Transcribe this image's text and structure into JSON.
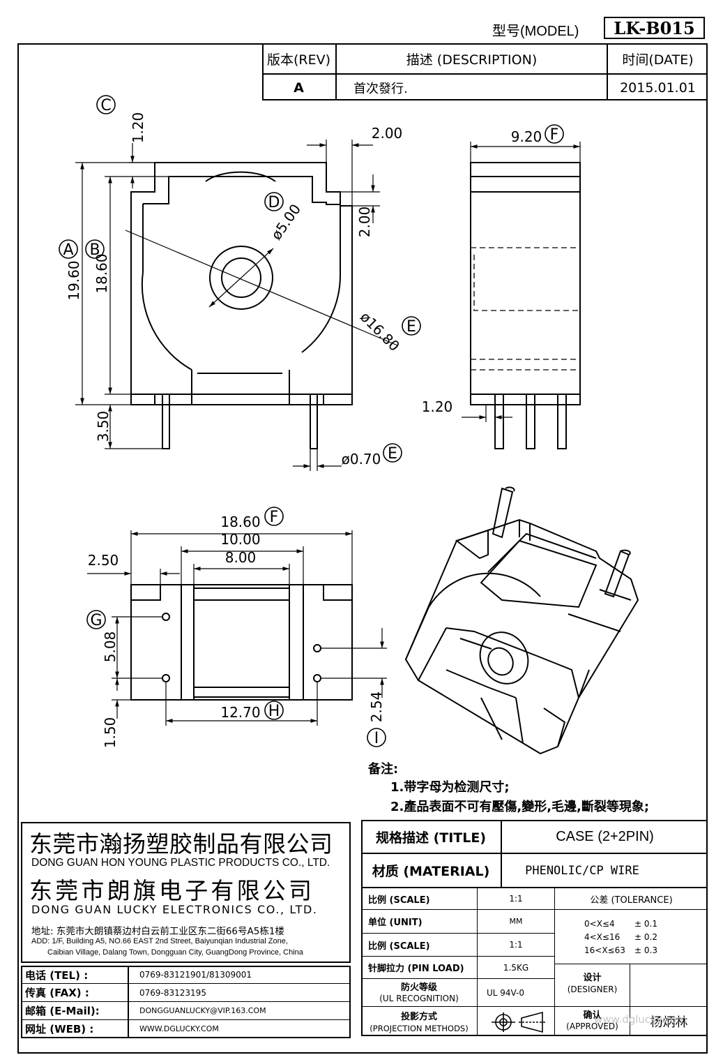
{
  "header": {
    "model_label": "型号(MODEL)",
    "model_value": "LK-B015"
  },
  "revision_table": {
    "rev_header": "版本(REV)",
    "desc_header": "描述 (DESCRIPTION)",
    "date_header": "时间(DATE)",
    "rows": [
      {
        "rev": "A",
        "desc": "首次發行.",
        "date": "2015.01.01"
      }
    ]
  },
  "dimensions": {
    "front": {
      "C": "1.20",
      "top_notch_w": "2.00",
      "top_notch_h": "2.00",
      "A": "19.60",
      "B": "18.60",
      "D": "ø5.00",
      "E": "ø16.80",
      "pin_len": "3.50",
      "pin_dia": "ø0.70"
    },
    "side": {
      "F": "9.20",
      "pin_offset": "1.20"
    },
    "bottom": {
      "F": "18.60",
      "w10": "10.00",
      "w8": "8.00",
      "tab": "2.50",
      "G": "5.08",
      "H": "12.70",
      "I": "2.54",
      "edge": "1.50"
    }
  },
  "callouts": [
    "A",
    "B",
    "C",
    "D",
    "E",
    "E",
    "F",
    "F",
    "G",
    "H",
    "I"
  ],
  "notes": {
    "title": "备注:",
    "items": [
      "1.带字母为检测尺寸;",
      "2.產品表面不可有壓傷,變形,毛邊,斷裂等現象;"
    ]
  },
  "company": {
    "name_cn_1": "东莞市瀚扬塑胶制品有限公司",
    "name_en_1": "DONG GUAN HON YOUNG PLASTIC PRODUCTS CO., LTD.",
    "name_cn_2": "东莞市朗旗电子有限公司",
    "name_en_2": "DONG GUAN LUCKY ELECTRONICS CO., LTD.",
    "address_cn": "地址: 东莞市大朗镇蔡边村白云前工业区东二街66号A5栋1楼",
    "address_en_1": "ADD: 1/F, Building A5, NO.66 EAST 2nd Street, Baiyunqian Industrial Zone,",
    "address_en_2": "Caibian Village, Dalang Town, Dongguan City, GuangDong Province, China"
  },
  "contacts": [
    {
      "label": "电话 (TEL) :",
      "value": "0769-83121901/81309001"
    },
    {
      "label": "传真 (FAX) :",
      "value": "0769-83123195"
    },
    {
      "label": "邮箱 (E-Mail):",
      "value": "DONGGUANLUCKY@VIP.163.COM"
    },
    {
      "label": "网址 (WEB) :",
      "value": "WWW.DGLUCKY.COM"
    }
  ],
  "spec": {
    "title_label": "规格描述 (TITLE)",
    "title_value": "CASE (2+2PIN)",
    "material_label": "材质 (MATERIAL)",
    "material_value": "PHENOLIC/CP WIRE",
    "scale_label": "比例 (SCALE)",
    "scale_value": "1:1",
    "unit_label": "单位 (UNIT)",
    "unit_value": "MM",
    "scale2_label": "比例 (SCALE)",
    "scale2_value": "1:1",
    "pinload_label": "针脚拉力 (PIN LOAD)",
    "pinload_value": "1.5KG",
    "ul_label_1": "防火等级",
    "ul_label_2": "(UL RECOGNITION)",
    "ul_value": "UL 94V-0",
    "proj_label_1": "投影方式",
    "proj_label_2": "(PROJECTION METHODS)",
    "tolerance_label": "公差 (TOLERANCE)",
    "tol_rows": [
      {
        "range": "0<X≤4",
        "value": "± 0.1"
      },
      {
        "range": "4<X≤16",
        "value": "± 0.2"
      },
      {
        "range": "16<X≤63",
        "value": "± 0.3"
      }
    ],
    "designer_label_1": "设计",
    "designer_label_2": "(DESIGNER)",
    "approved_label_1": "确认",
    "approved_label_2": "(APPROVED)",
    "approved_value": "杨炳林",
    "watermark": "www.dglucky.com"
  }
}
